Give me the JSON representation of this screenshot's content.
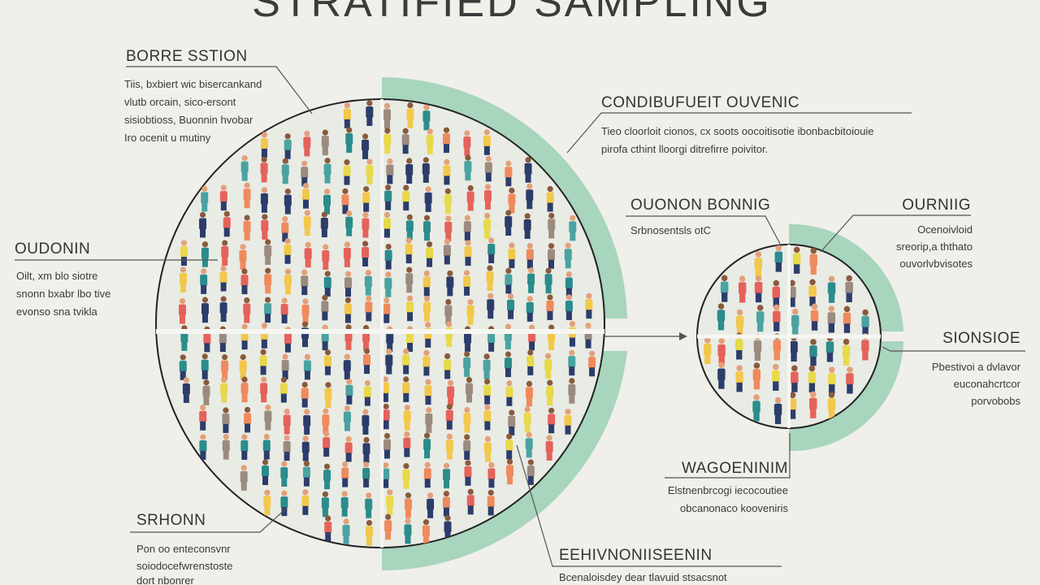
{
  "title": "STRATIFIED SAMPLING",
  "colors": {
    "background": "#f0efea",
    "accent_arc": "#a8d5bd",
    "outline": "#222222",
    "figures": [
      "#e5625b",
      "#f2c84b",
      "#2b8c8c",
      "#2c3d6b",
      "#f08a5d",
      "#9b8b7f",
      "#e8d94b",
      "#4aa3a1"
    ]
  },
  "labels": {
    "top_left": {
      "heading": "BORRE SSTION",
      "lines": [
        "Tiis, bxbiert wic bisercankand",
        "vlutb orcain, sico-ersont",
        "sisiobtioss, Buonnin hvobar",
        "Iro ocenit u mutiny"
      ]
    },
    "left": {
      "heading": "OUDONIN",
      "lines": [
        "Oilt, xm blo siotre",
        "snonn bxabr lbo tive",
        "evonso sna tvikla"
      ]
    },
    "bottom_left": {
      "heading": "SRHONN",
      "lines": [
        "Pon oo enteconsvnr",
        "soiodocefwrenstoste",
        "dort nbonrer"
      ]
    },
    "top_right": {
      "heading": "CONDIBUFUEIT OUVENIC",
      "lines": [
        "Tieo cloorloit cionos, cx soots oocoitisotie ibonbacbitoiouie",
        "pirofa cthint lloorgi ditrefirre poivitor."
      ]
    },
    "middle": {
      "heading": "OUONON BONNIG",
      "lines": [
        "Srbnosentsls otC"
      ]
    },
    "right_top": {
      "heading": "OURNIIG",
      "lines": [
        "Ocenoivloid",
        "sreorip,a ththato",
        "ouvorlvbvisotes"
      ]
    },
    "right_middle": {
      "heading": "SIONSIOE",
      "lines": [
        "Pbestivoi a dvlavor",
        "euconahcrtcor",
        "porvobobs"
      ]
    },
    "bottom_middle": {
      "heading": "WAGOENINIM",
      "lines": [
        "Elstnenbrcogi iecocoutiee",
        "obcanonaco kooveniris"
      ]
    },
    "bottom_right": {
      "heading": "EEHIVNONIISEENIN",
      "lines": [
        "Bcenaloisdey dear tlavuid stsacsnot"
      ]
    }
  }
}
